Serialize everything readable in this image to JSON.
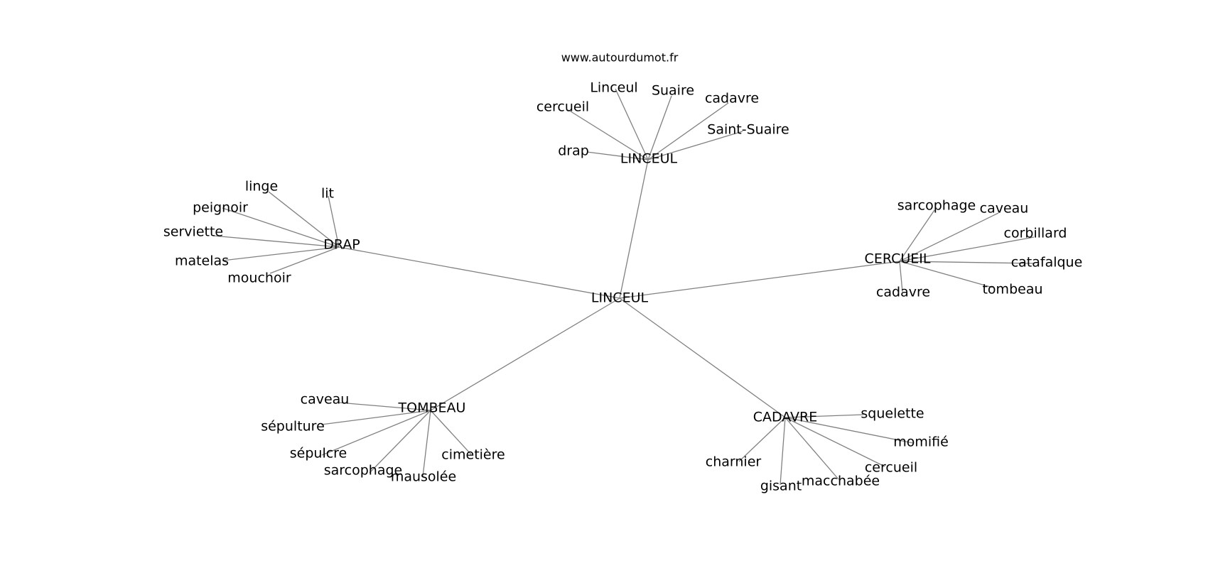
{
  "watermark": "www.autourdumot.fr",
  "colors": {
    "edge": "#808080",
    "text": "#000000",
    "background": "#ffffff"
  },
  "graph": {
    "center": {
      "id": "center",
      "label": "LINCEUL"
    },
    "clusters": [
      {
        "id": "linceul",
        "label": "LINCEUL",
        "leaves": [
          "cercueil",
          "Linceul",
          "Suaire",
          "cadavre",
          "Saint-Suaire",
          "drap"
        ]
      },
      {
        "id": "drap",
        "label": "DRAP",
        "leaves": [
          "linge",
          "lit",
          "peignoir",
          "serviette",
          "matelas",
          "mouchoir"
        ]
      },
      {
        "id": "cercueil",
        "label": "CERCUEIL",
        "leaves": [
          "sarcophage",
          "caveau",
          "corbillard",
          "catafalque",
          "tombeau",
          "cadavre"
        ]
      },
      {
        "id": "tombeau",
        "label": "TOMBEAU",
        "leaves": [
          "caveau",
          "sépulture",
          "sépulcre",
          "sarcophage",
          "mausolée",
          "cimetière"
        ]
      },
      {
        "id": "cadavre",
        "label": "CADAVRE",
        "leaves": [
          "squelette",
          "momifié",
          "cercueil",
          "macchabée",
          "gisant",
          "charnier"
        ]
      }
    ]
  }
}
